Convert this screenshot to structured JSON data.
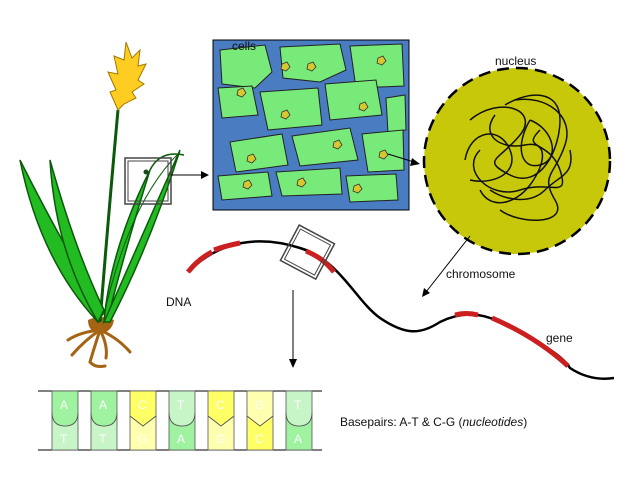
{
  "labels": {
    "cells": "cells",
    "nucleus": "nucleus",
    "chromosome": "chromosome",
    "dna": "DNA",
    "gene": "gene",
    "basepairs_prefix": "Basepairs:  A-T  &  C-G  (",
    "basepairs_em": "nucleotides",
    "basepairs_suffix": ")"
  },
  "base_pairs": [
    {
      "top": "A",
      "bottom": "T"
    },
    {
      "top": "A",
      "bottom": "T"
    },
    {
      "top": "C",
      "bottom": "G"
    },
    {
      "top": "T",
      "bottom": "A"
    },
    {
      "top": "C",
      "bottom": "G"
    },
    {
      "top": "G",
      "bottom": "C"
    },
    {
      "top": "T",
      "bottom": "A"
    }
  ],
  "colors": {
    "cell_fill": "#78ea7a",
    "cell_panel": "#4a7cc2",
    "nucleus_fill": "#c8c80a",
    "gene_segment": "#cc1f1f",
    "base_A": "#9ef2a0",
    "base_T": "#c8f5c8",
    "base_C": "#ffff66",
    "base_G": "#ffffb0",
    "leaf": "#22bb22",
    "flower": "#ffcc22",
    "root": "#a56414"
  },
  "icons": {
    "plant": "plant-illustration",
    "arrow": "arrow-icon"
  }
}
